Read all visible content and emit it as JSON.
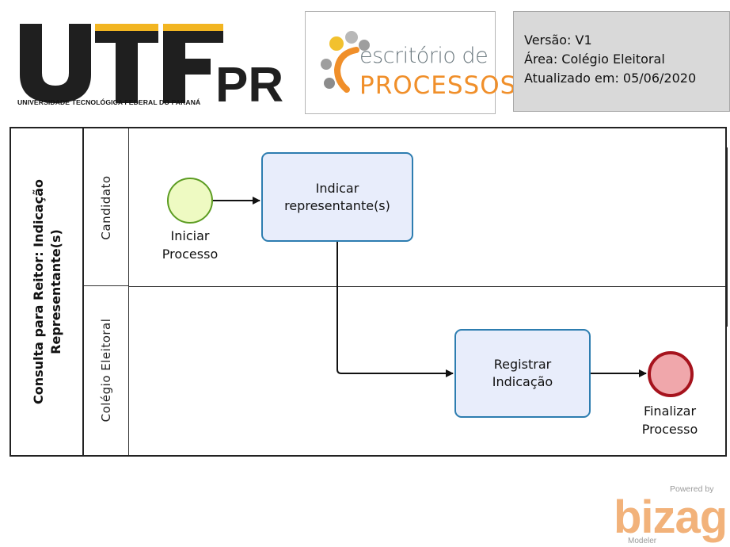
{
  "header": {
    "utfpr_logo": {
      "text": "UTFPR",
      "caption": "UNIVERSIDADE TECNOLÓGICA FEDERAL DO PARANÁ",
      "colors": {
        "dark": "#1f1f1f",
        "accent": "#f2b521"
      }
    },
    "process_office_logo": {
      "line1": "escritório de",
      "line2": "PROCESSOS",
      "colors": {
        "gray": "#6d7a80",
        "orange": "#f08f2a"
      }
    },
    "info": {
      "version": "Versão: V1",
      "area": "Área: Colégio Eleitoral",
      "updated": "Atualizado em: 05/06/2020"
    }
  },
  "diagram": {
    "pool_title": "Consulta para Reitor: Indicação Representante(s)",
    "lanes": [
      {
        "label": "Candidato"
      },
      {
        "label": "Colégio Eleitoral"
      }
    ],
    "start_event": {
      "label": "Iniciar\nProcesso",
      "color": "#eefac2"
    },
    "tasks": [
      {
        "label": "Indicar\nrepresentante(s)"
      },
      {
        "label": "Registrar\nIndicação"
      }
    ],
    "end_event": {
      "label": "Finalizar\nProcesso",
      "color": "#f0a7ab"
    },
    "colors": {
      "task_fill": "#e8edfb",
      "task_border": "#2d7db0"
    }
  },
  "footer": {
    "powered_by": "Powered by",
    "brand": "bizagi",
    "product": "Modeler",
    "brand_color": "#f2b27a"
  }
}
